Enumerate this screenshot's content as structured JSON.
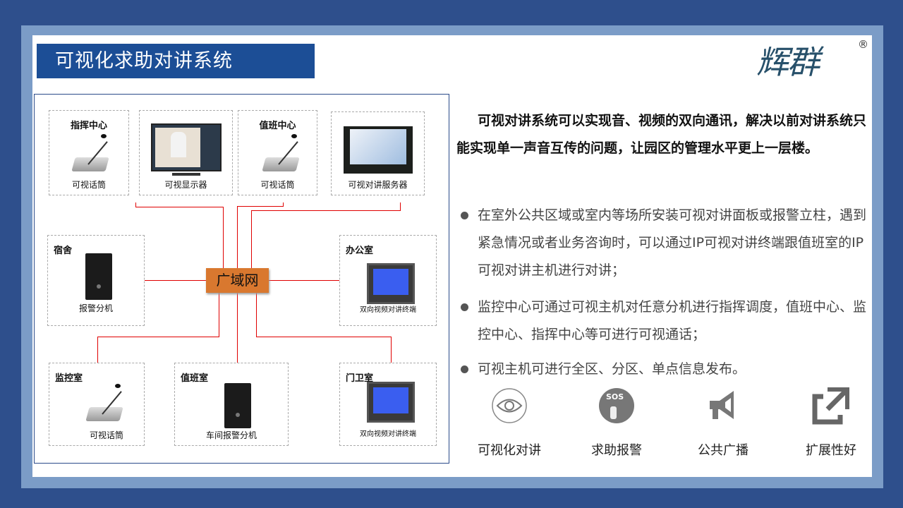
{
  "title": "可视化求助对讲系统",
  "logo": {
    "text": "辉群",
    "reg": "®"
  },
  "diagram": {
    "hub": "广域网",
    "nodes": [
      {
        "header": "指挥中心",
        "caption": "可视话筒"
      },
      {
        "header": "",
        "caption": "可视显示器"
      },
      {
        "header": "值班中心",
        "caption": "可视话筒"
      },
      {
        "header": "",
        "caption": "可视对讲服务器"
      },
      {
        "header": "宿舍",
        "caption": "报警分机"
      },
      {
        "header": "办公室",
        "caption": "双向视频对讲终端"
      },
      {
        "header": "监控室",
        "caption": "可视话筒"
      },
      {
        "header": "值班室",
        "caption": "车间报警分机"
      },
      {
        "header": "门卫室",
        "caption": "双向视频对讲终端"
      }
    ]
  },
  "intro": "可视对讲系统可以实现音、视频的双向通讯，解决以前对讲系统只能实现单一声音互传的问题，让园区的管理水平更上一层楼。",
  "bullets": [
    "在室外公共区域或室内等场所安装可视对讲面板或报警立柱，遇到紧急情况或者业务咨询时，可以通过IP可视对讲终端跟值班室的IP可视对讲主机进行对讲；",
    "监控中心可通过可视主机对任意分机进行指挥调度，值班中心、监控中心、指挥中心等可进行可视通话；",
    "可视主机可进行全区、分区、单点信息发布。"
  ],
  "features": [
    {
      "label": "可视化对讲",
      "icon": "eye-icon"
    },
    {
      "label": "求助报警",
      "icon": "sos-button-icon",
      "icon_text": "SOS"
    },
    {
      "label": "公共广播",
      "icon": "megaphone-icon"
    },
    {
      "label": "扩展性好",
      "icon": "external-link-icon"
    }
  ],
  "colors": {
    "title_bg": "#1c4e96",
    "hub": "#d9782f",
    "lines": "#e00000",
    "frame": "#7b9cc7",
    "outer": "#2e4f8c"
  }
}
